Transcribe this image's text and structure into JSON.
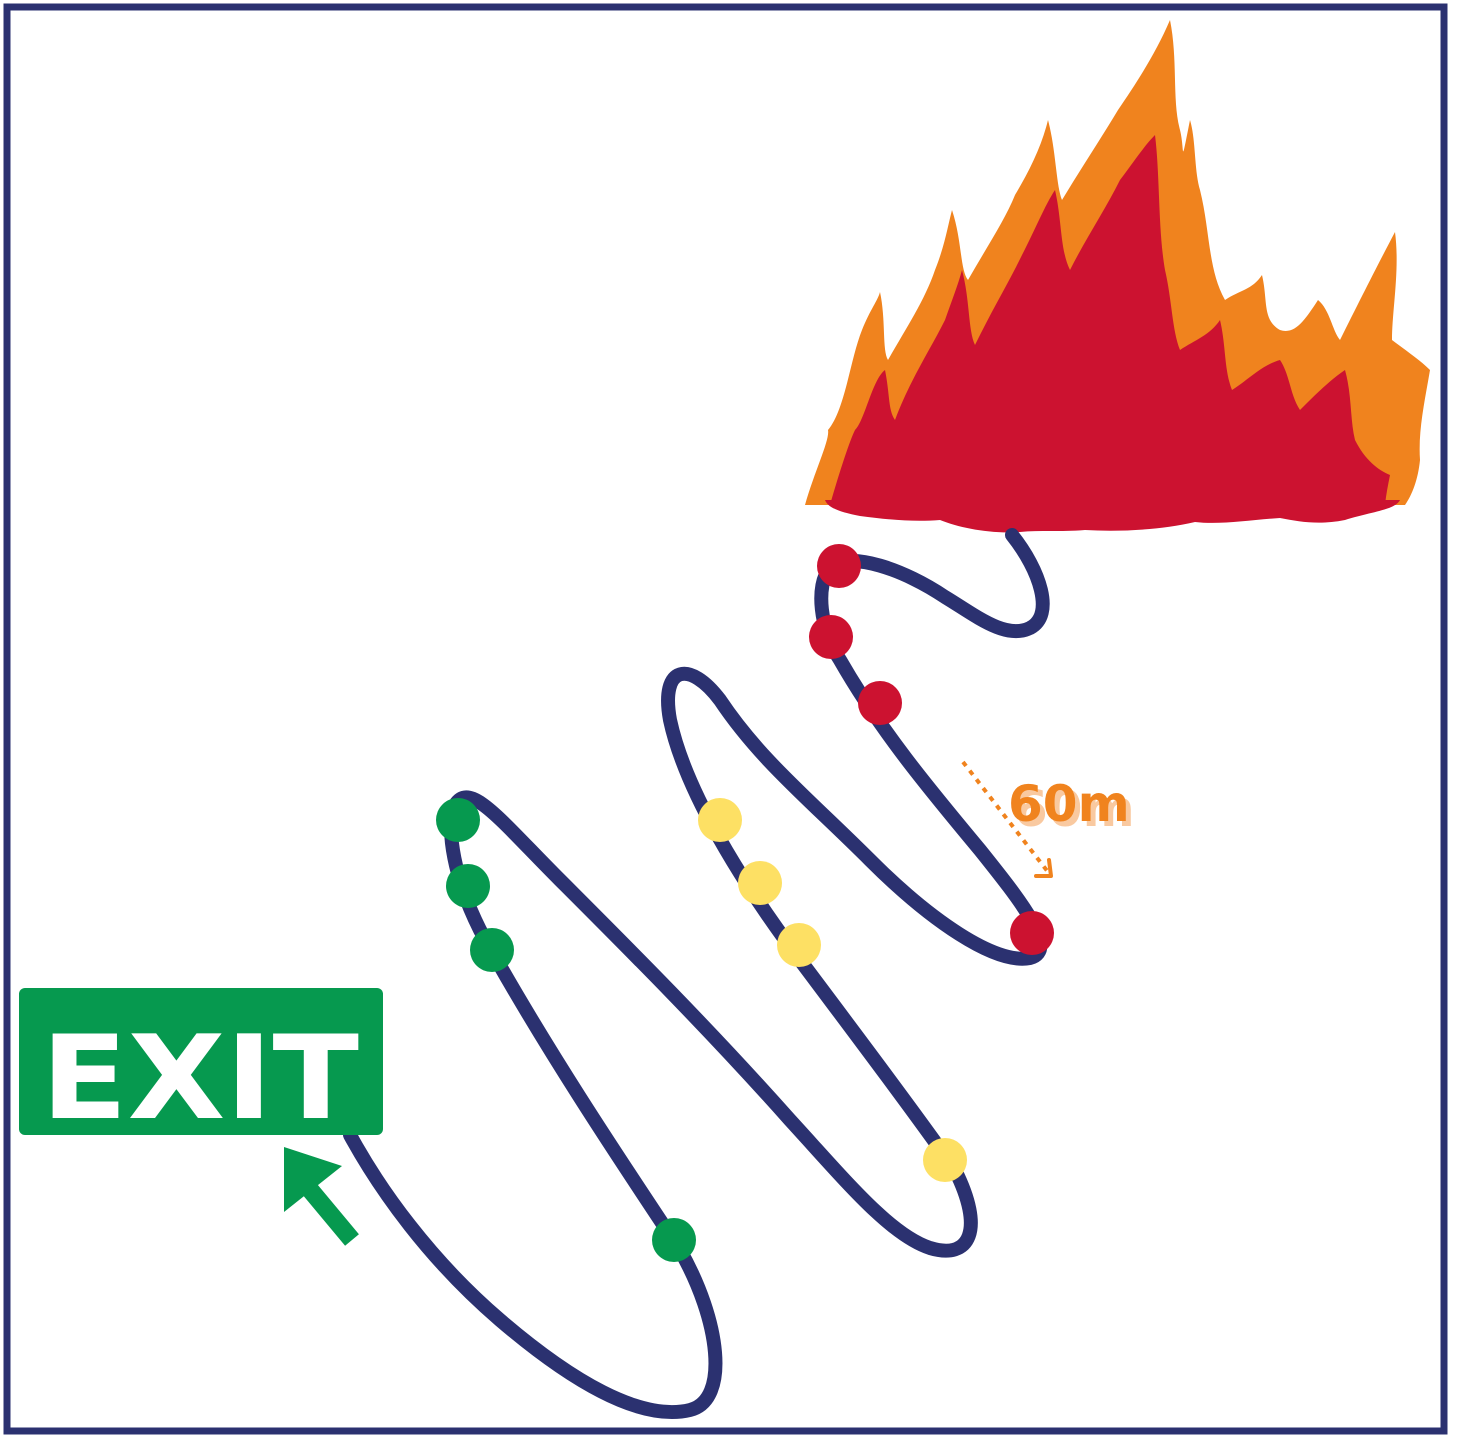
{
  "exit_sign": {
    "label": "EXIT"
  },
  "distance": {
    "label": "60m"
  },
  "colors": {
    "frame": "#2b3170",
    "path": "#2b3170",
    "fire_outer": "#f0831e",
    "fire_inner": "#cc1230",
    "exit_green": "#06994f",
    "marker_red": "#cc1230",
    "marker_yellow": "#fde064",
    "marker_green": "#06994f",
    "distance_orange": "#f0831e"
  },
  "markers": {
    "red_count": 4,
    "yellow_count": 4,
    "green_count": 4
  },
  "icons": [
    "fire-icon",
    "exit-arrow-icon",
    "distance-arrow-icon"
  ]
}
